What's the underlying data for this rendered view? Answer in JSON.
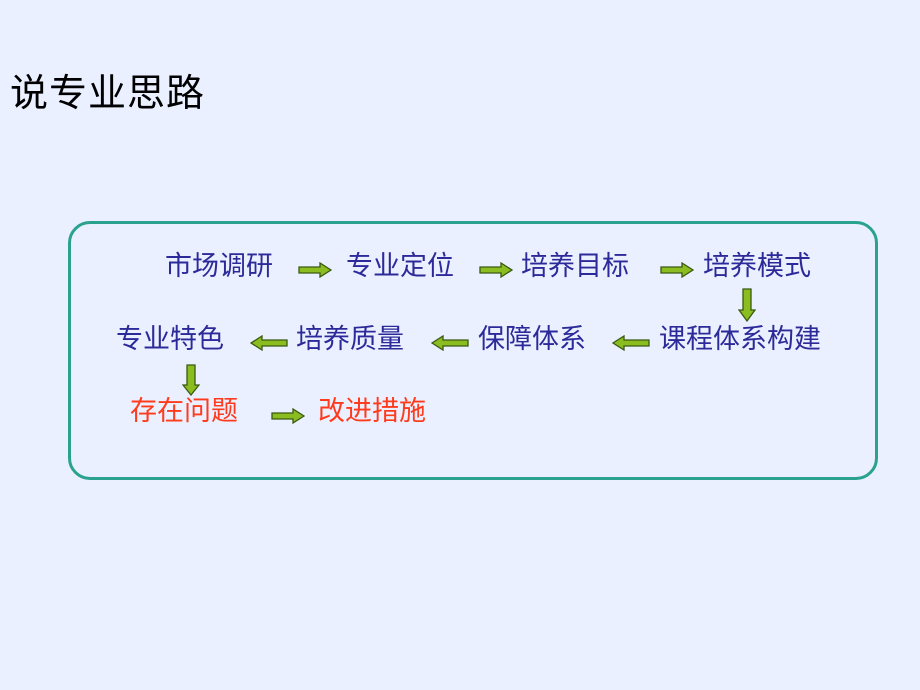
{
  "title": "说专业思路",
  "colors": {
    "background": "#eaf0ff",
    "box_border": "#2aa28f",
    "node_text": "#2c2a99",
    "highlight_text": "#ff3b1d",
    "arrow_fill": "#8bbd20",
    "arrow_stroke": "#3a5a10"
  },
  "flow": {
    "row1": [
      "市场调研",
      "专业定位",
      "培养目标",
      "培养模式"
    ],
    "row2": [
      "专业特色",
      "培养质量",
      "保障体系",
      "课程体系构建"
    ],
    "row3": [
      "存在问题",
      "改进措施"
    ]
  }
}
